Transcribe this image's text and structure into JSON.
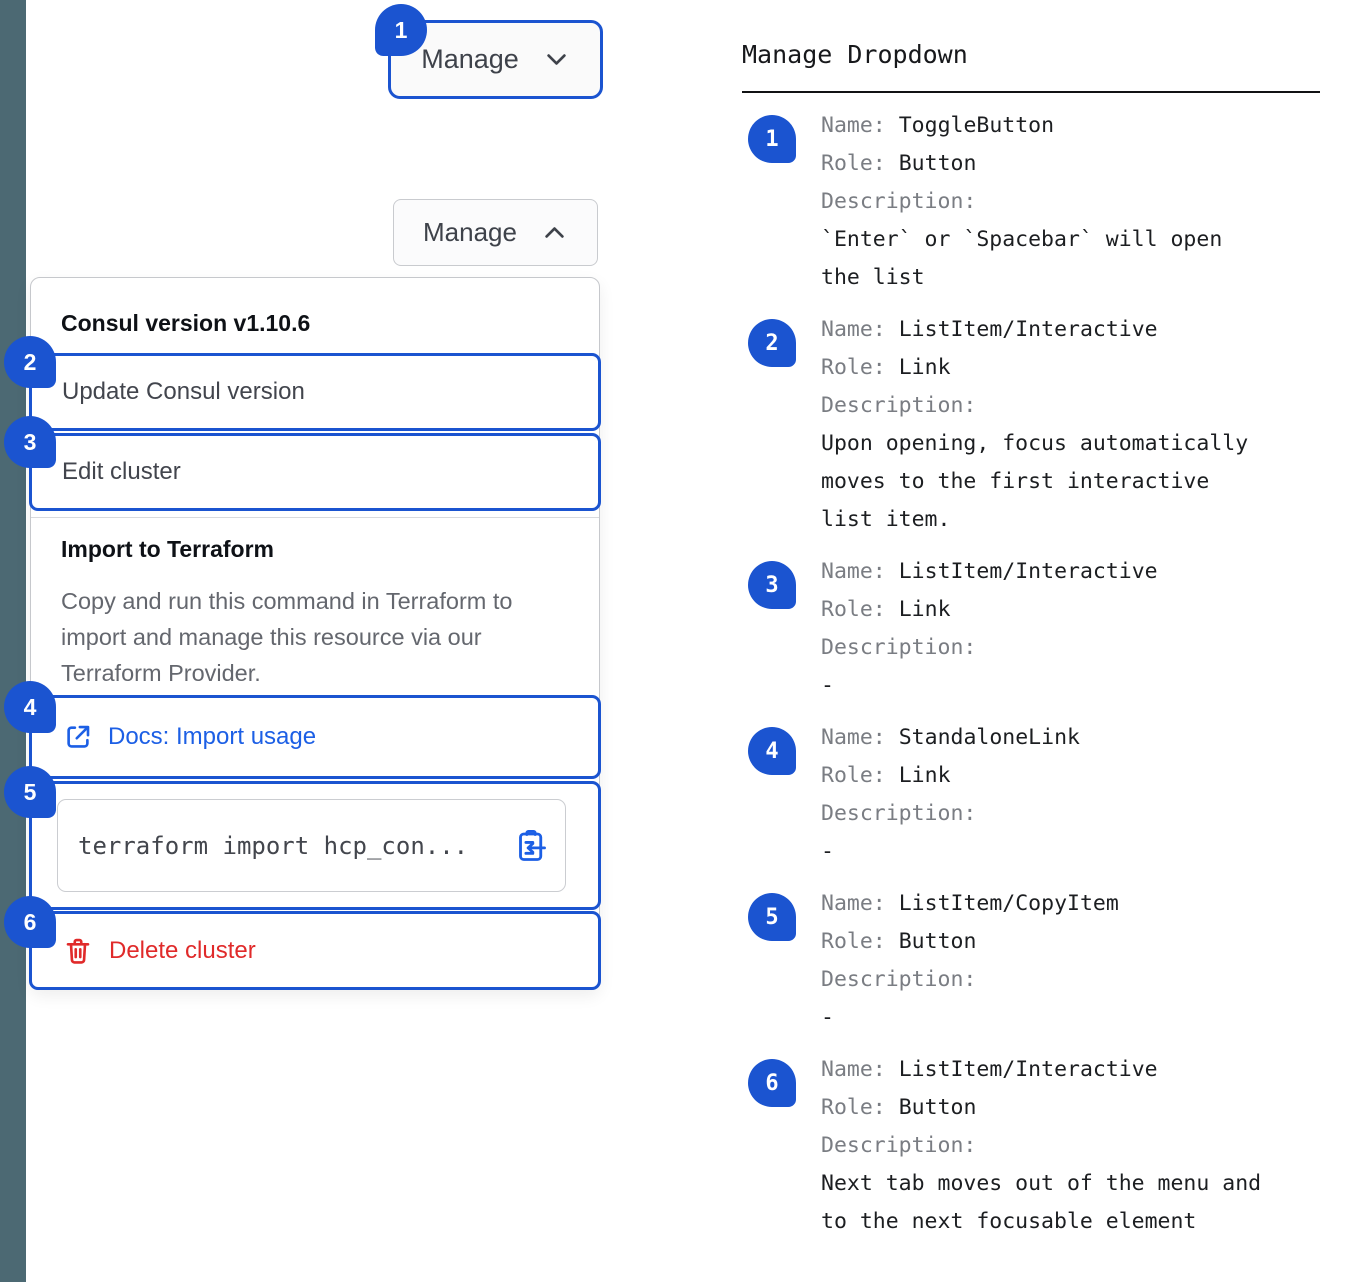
{
  "colors": {
    "accent_blue": "#1B54D0",
    "link_blue": "#1C5FE5",
    "danger_red": "#E02A2A",
    "sidebar_slate": "#4C6973"
  },
  "toggle_button": {
    "label": "Manage",
    "badge": "1"
  },
  "expanded_button": {
    "label": "Manage"
  },
  "dropdown": {
    "version_header": "Consul version v1.10.6",
    "items": [
      {
        "badge": "2",
        "label": "Update Consul version"
      },
      {
        "badge": "3",
        "label": "Edit cluster"
      }
    ],
    "import_section": {
      "title": "Import to Terraform",
      "description": "Copy and run this command in Terraform to import and manage this resource via our Terraform Provider."
    },
    "docs_link": {
      "badge": "4",
      "label": "Docs: Import usage"
    },
    "copy_item": {
      "badge": "5",
      "code": "terraform import hcp_con..."
    },
    "delete_item": {
      "badge": "6",
      "label": "Delete cluster"
    }
  },
  "panel": {
    "title": "Manage Dropdown",
    "label_name": "Name:",
    "label_role": "Role:",
    "label_description": "Description:",
    "items": [
      {
        "badge": "1",
        "name": "ToggleButton",
        "role": "Button",
        "description": "`Enter` or `Spacebar` will open the list"
      },
      {
        "badge": "2",
        "name": "ListItem/Interactive",
        "role": "Link",
        "description": "Upon opening, focus automatically moves to the first interactive list item."
      },
      {
        "badge": "3",
        "name": "ListItem/Interactive",
        "role": "Link",
        "description": "-"
      },
      {
        "badge": "4",
        "name": "StandaloneLink",
        "role": "Link",
        "description": "-"
      },
      {
        "badge": "5",
        "name": "ListItem/CopyItem",
        "role": "Button",
        "description": "-"
      },
      {
        "badge": "6",
        "name": "ListItem/Interactive",
        "role": "Button",
        "description": "Next tab moves out of the menu and to the next focusable element"
      }
    ]
  }
}
